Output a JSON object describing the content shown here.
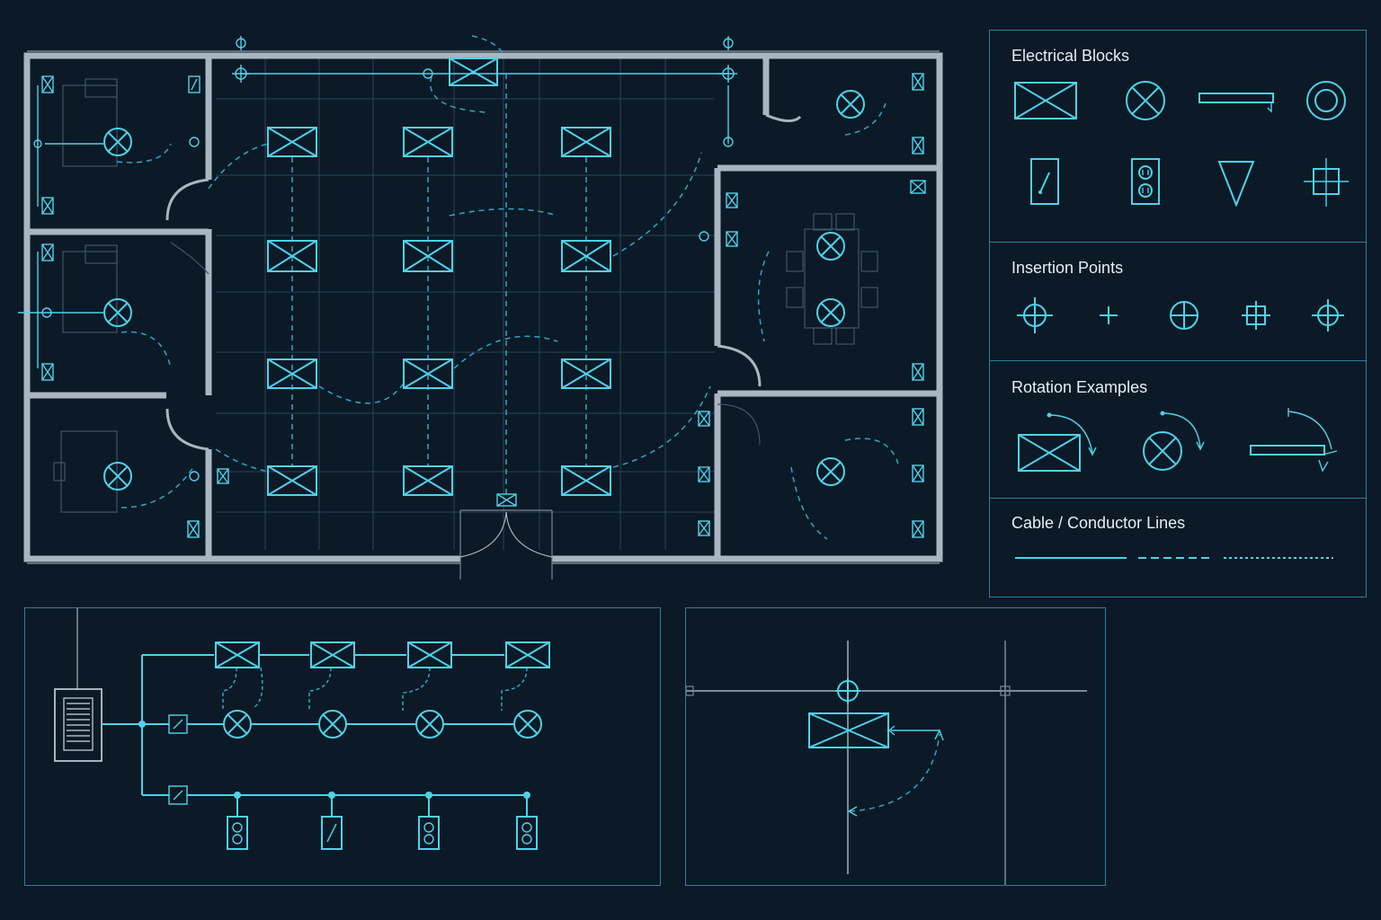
{
  "palette": {
    "background": "#0b1a26",
    "wall": "#a9b6c2",
    "symbol": "#4fd2ea",
    "conductor": "#2ea6c9",
    "panel_border": "#2d7fa0",
    "text": "#e6eef3"
  },
  "library": {
    "sections": [
      {
        "title": "Electrical Blocks",
        "items": [
          "light-fixture-icon",
          "lamp-icon",
          "conduit-icon",
          "ring-icon",
          "switch-icon",
          "duplex-outlet-icon",
          "triangle-icon",
          "junction-icon"
        ]
      },
      {
        "title": "Insertion Points",
        "items": [
          "target-crosshair-icon",
          "plus-icon",
          "circle-plus-icon",
          "square-plus-icon",
          "diamond-crosshair-icon"
        ]
      },
      {
        "title": "Rotation Examples",
        "items": [
          "rotate-fixture-icon",
          "rotate-lamp-icon",
          "rotate-conduit-icon"
        ]
      },
      {
        "title": "Cable / Conductor Lines",
        "items": [
          "solid-line",
          "dashed-line",
          "dotted-line"
        ]
      }
    ]
  }
}
